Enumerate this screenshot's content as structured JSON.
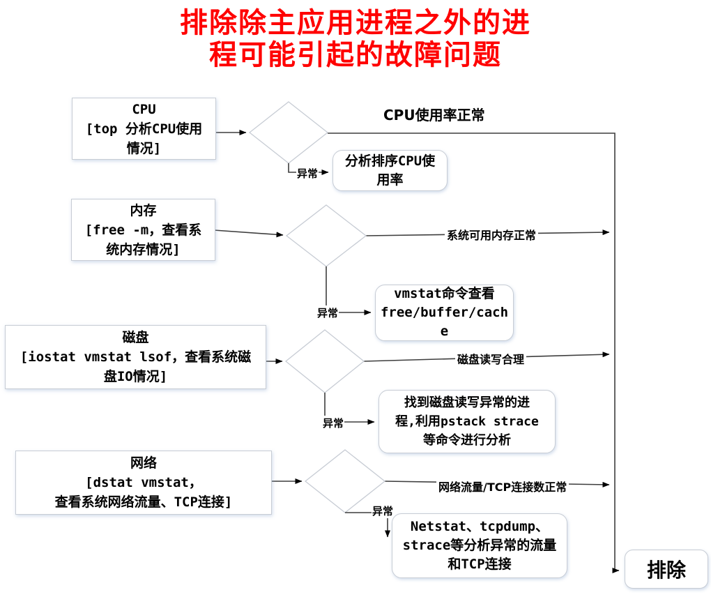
{
  "title": {
    "line1": "排除除主应用进程之外的进",
    "line2": "程可能引起的故障问题"
  },
  "colors": {
    "title_red": "#ff0000",
    "connector": "#3d3d3d",
    "shape_border": "#c7ccd4",
    "shape_fill": "#ffffff"
  },
  "rows": [
    {
      "id": "cpu",
      "source": "CPU\n[top 分析CPU使用\n情况]",
      "normal_label": "CPU使用率正常",
      "abnormal_label": "异常",
      "action": "分析排序CPU使\n用率"
    },
    {
      "id": "memory",
      "source": "内存\n[free -m，查看系\n统内存情况]",
      "normal_label": "系统可用内存正常",
      "abnormal_label": "异常",
      "action": "vmstat命令查看\nfree/buffer/cach\ne"
    },
    {
      "id": "disk",
      "source": "磁盘\n[iostat vmstat lsof，查看系统磁\n盘IO情况]",
      "normal_label": "磁盘读写合理",
      "abnormal_label": "异常",
      "action": "找到磁盘读写异常的进\n程,利用pstack strace\n等命令进行分析"
    },
    {
      "id": "network",
      "source": "网络\n[dstat vmstat，\n查看系统网络流量、TCP连接]",
      "normal_label": "网络流量/TCP连接数正常",
      "abnormal_label": "异常",
      "action": "Netstat、tcpdump、\nstrace等分析异常的流量\n和TCP连接"
    }
  ],
  "final_box": {
    "label": "排除"
  }
}
